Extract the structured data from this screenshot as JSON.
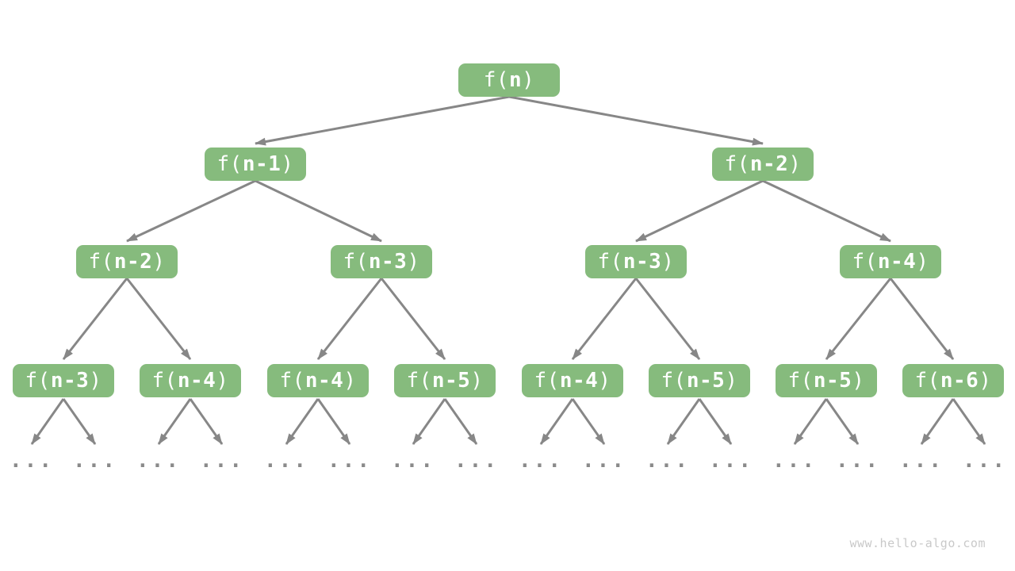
{
  "diagram": {
    "type": "tree",
    "levels": 4,
    "ellipsis_leaf_groups": 16
  },
  "colors": {
    "background": "#FFFFFF",
    "node_fill": "#86BB7D",
    "node_text": "#FFFFFF",
    "arrow": "#878787",
    "dots": "#8A8A8A",
    "watermark_text": "#C9C9C9"
  },
  "nodes": [
    {
      "label": "f(n)",
      "pre": "f(",
      "var": "n",
      "post": ")",
      "level": 1
    },
    {
      "label": "f(n-1)",
      "pre": "f(",
      "var": "n-1",
      "post": ")",
      "level": 2
    },
    {
      "label": "f(n-2)",
      "pre": "f(",
      "var": "n-2",
      "post": ")",
      "level": 2
    },
    {
      "label": "f(n-2)",
      "pre": "f(",
      "var": "n-2",
      "post": ")",
      "level": 3
    },
    {
      "label": "f(n-3)",
      "pre": "f(",
      "var": "n-3",
      "post": ")",
      "level": 3
    },
    {
      "label": "f(n-3)",
      "pre": "f(",
      "var": "n-3",
      "post": ")",
      "level": 3
    },
    {
      "label": "f(n-4)",
      "pre": "f(",
      "var": "n-4",
      "post": ")",
      "level": 3
    },
    {
      "label": "f(n-3)",
      "pre": "f(",
      "var": "n-3",
      "post": ")",
      "level": 4
    },
    {
      "label": "f(n-4)",
      "pre": "f(",
      "var": "n-4",
      "post": ")",
      "level": 4
    },
    {
      "label": "f(n-4)",
      "pre": "f(",
      "var": "n-4",
      "post": ")",
      "level": 4
    },
    {
      "label": "f(n-5)",
      "pre": "f(",
      "var": "n-5",
      "post": ")",
      "level": 4
    },
    {
      "label": "f(n-4)",
      "pre": "f(",
      "var": "n-4",
      "post": ")",
      "level": 4
    },
    {
      "label": "f(n-5)",
      "pre": "f(",
      "var": "n-5",
      "post": ")",
      "level": 4
    },
    {
      "label": "f(n-5)",
      "pre": "f(",
      "var": "n-5",
      "post": ")",
      "level": 4
    },
    {
      "label": "f(n-6)",
      "pre": "f(",
      "var": "n-6",
      "post": ")",
      "level": 4
    }
  ],
  "edges": [
    [
      0,
      1
    ],
    [
      0,
      2
    ],
    [
      1,
      3
    ],
    [
      1,
      4
    ],
    [
      2,
      5
    ],
    [
      2,
      6
    ],
    [
      3,
      7
    ],
    [
      3,
      8
    ],
    [
      4,
      9
    ],
    [
      4,
      10
    ],
    [
      5,
      11
    ],
    [
      5,
      12
    ],
    [
      6,
      13
    ],
    [
      6,
      14
    ]
  ],
  "ellipsis": "...",
  "watermark": "www.hello-algo.com"
}
